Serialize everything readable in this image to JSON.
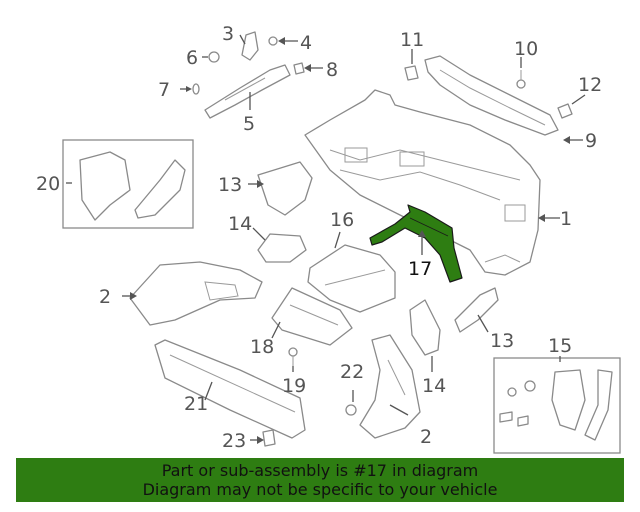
{
  "callouts": {
    "c1": "1",
    "c2a": "2",
    "c2b": "2",
    "c3": "3",
    "c4": "4",
    "c5": "5",
    "c6": "6",
    "c7": "7",
    "c8": "8",
    "c9": "9",
    "c10": "10",
    "c11": "11",
    "c12": "12",
    "c13a": "13",
    "c13b": "13",
    "c14a": "14",
    "c14b": "14",
    "c15": "15",
    "c16": "16",
    "c17": "17",
    "c18": "18",
    "c19": "19",
    "c20": "20",
    "c21": "21",
    "c22": "22",
    "c23": "23"
  },
  "highlight": {
    "part_number": "17",
    "color": "#2e7d12"
  },
  "banner": {
    "line1": "Part or sub-assembly is #17 in diagram",
    "line2": "Diagram may not be specific to your vehicle",
    "background": "#2e7d12"
  }
}
